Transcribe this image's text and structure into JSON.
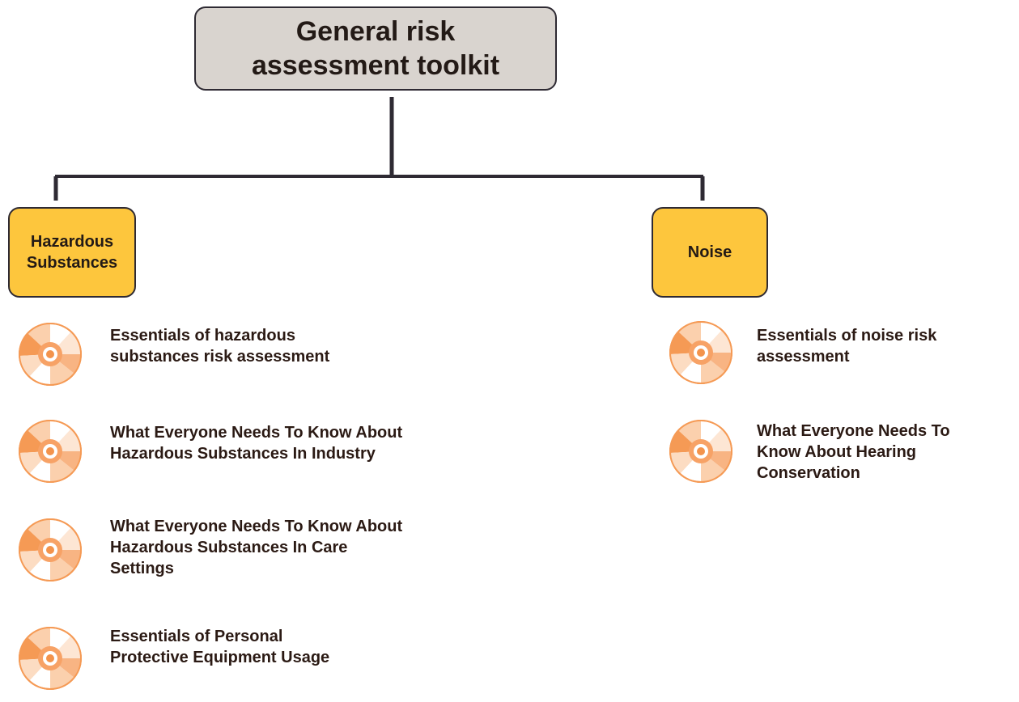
{
  "diagram": {
    "root": {
      "title": "General risk assessment toolkit"
    },
    "categories": [
      {
        "label": "Hazardous Substances",
        "items": [
          "Essentials of hazardous\nsubstances risk assessment",
          "What Everyone Needs To Know About\nHazardous Substances In Industry",
          "What Everyone Needs To Know About\nHazardous Substances In Care\nSettings",
          "Essentials of Personal\nProtective Equipment Usage"
        ]
      },
      {
        "label": "Noise",
        "items": [
          "Essentials of noise risk\nassessment",
          "What Everyone Needs To\nKnow About Hearing\nConservation"
        ]
      }
    ],
    "icon": "cd-disc-icon",
    "colors": {
      "root_fill": "#d9d4cf",
      "category_fill": "#fdc63d",
      "connector": "#2e2a33",
      "disc_orange": "#f59a55"
    }
  }
}
